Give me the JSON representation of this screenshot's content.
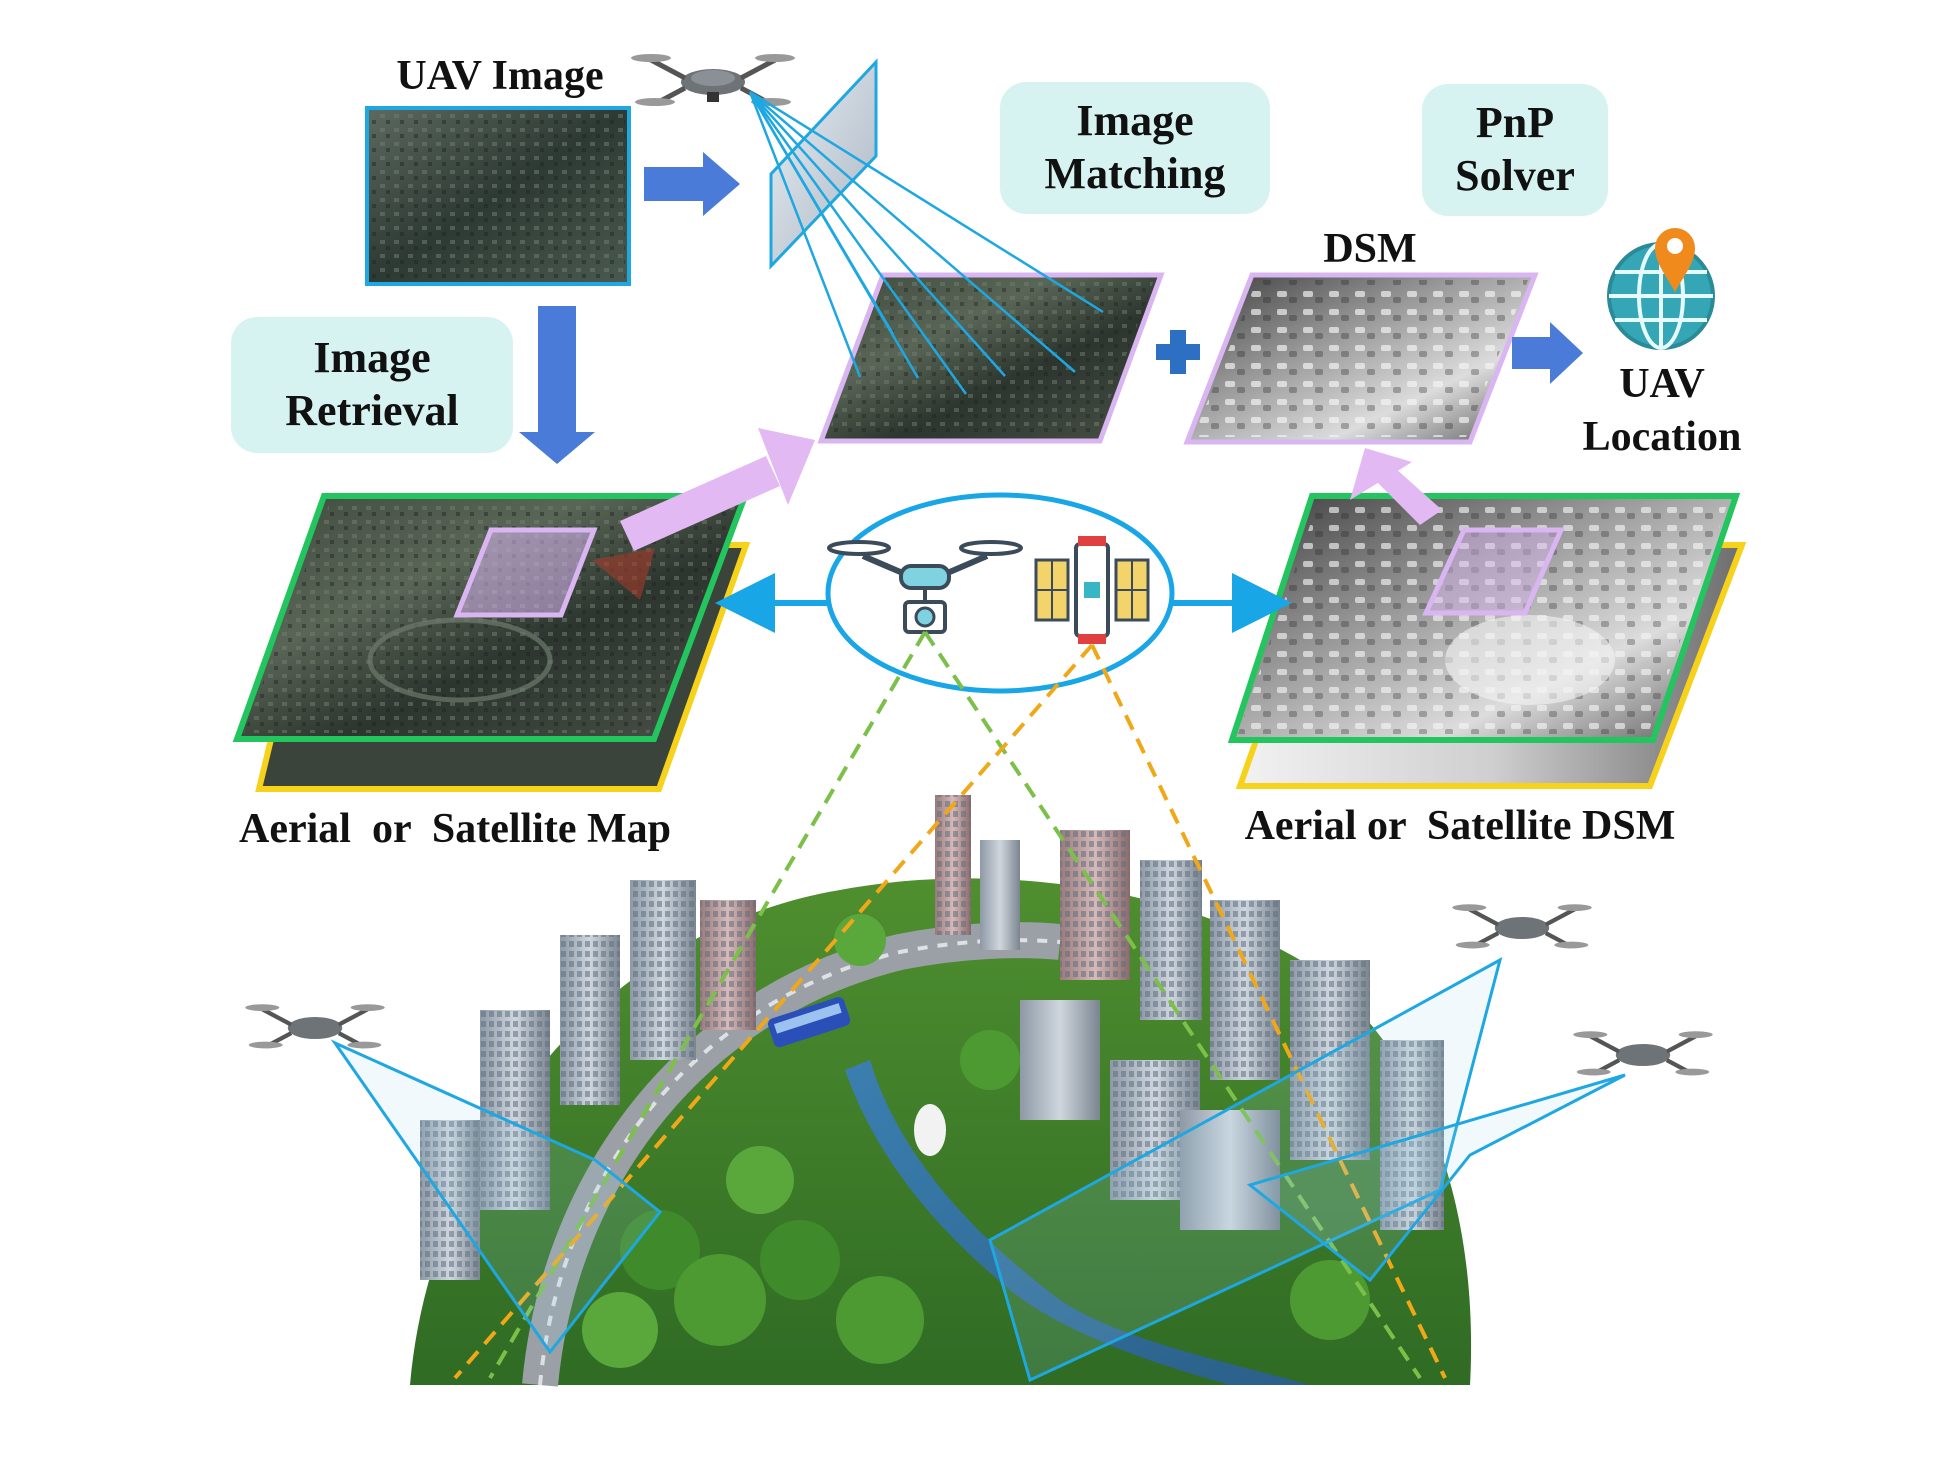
{
  "labels": {
    "uav_image": "UAV Image",
    "dsm": "DSM",
    "uav_location": "UAV\nLocation",
    "aerial_map": "Aerial  or  Satellite Map",
    "aerial_dsm": "Aerial or  Satellite DSM"
  },
  "steps": {
    "image_matching": "Image\nMatching",
    "pnp_solver": "PnP\nSolver",
    "image_retrieval": "Image\nRetrieval"
  },
  "colors": {
    "step_fill": "#d7f3f1",
    "flow_arrow": "#4a7bd8",
    "match_line": "#1ea7e0",
    "map_frame": "#22c55e",
    "map_under_frame": "#f7d21b",
    "crop_highlight": "#d9b6f2",
    "ellipse": "#18a6e6",
    "green_ray": "#7cc04a",
    "orange_ray": "#f0a818",
    "location_pin": "#f08a1c"
  },
  "icons": [
    "drone-icon",
    "camera-drone-icon",
    "satellite-icon",
    "globe-icon",
    "location-pin-icon",
    "plus-icon"
  ]
}
